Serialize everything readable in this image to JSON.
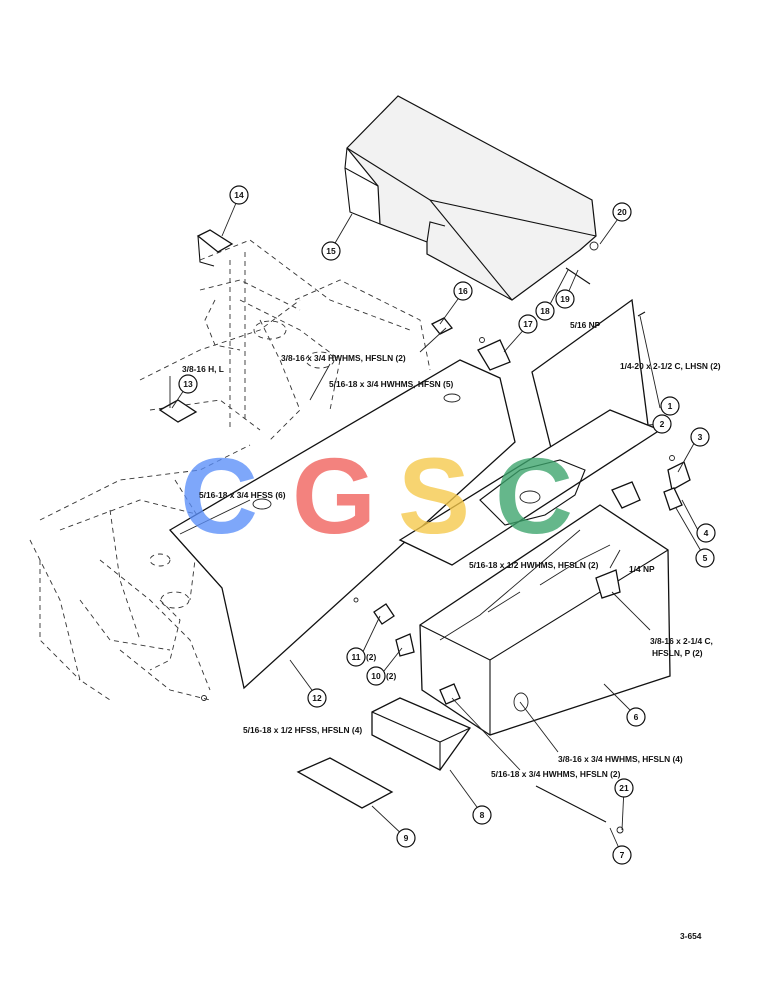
{
  "callouts": {
    "c1": "1",
    "c2": "2",
    "c3": "3",
    "c4": "4",
    "c5": "5",
    "c6": "6",
    "c7": "7",
    "c8": "8",
    "c9": "9",
    "c10": "10",
    "c11": "11",
    "c12": "12",
    "c13": "13",
    "c14": "14",
    "c15": "15",
    "c16": "16",
    "c17": "17",
    "c18": "18",
    "c19": "19",
    "c20": "20",
    "c21": "21"
  },
  "labels": {
    "np_5_16": "5/16 NP",
    "lhsn_1_4_20": "1/4-20 x 2-1/2 C, LHSN (2)",
    "hwhms_3_8_top": "3/8-16 x 3/4 HWHMS, HFSLN (2)",
    "h_l_3_8": "3/8-16 H, L",
    "hwhms_5_16_hfsn": "5/16-18 x 3/4 HWHMS, HFSN (5)",
    "hfss_5_16_3_4": "5/16-18 x 3/4 HFSS (6)",
    "hwhms_5_16_1_2": "5/16-18 x 1/2 HWHMS, HFSLN (2)",
    "np_1_4": "1/4 NP",
    "c_3_8_2_1_4_line1": "3/8-16 x 2-1/4 C,",
    "c_3_8_2_1_4_line2": "HFSLN, P (2)",
    "hfss_5_16_1_2": "5/16-18 x 1/2 HFSS, HFSLN (4)",
    "hwhms_3_8_bottom": "3/8-16 x 3/4 HWHMS, HFSLN (4)",
    "hwhms_5_16_3_4": "5/16-18 x 3/4 HWHMS, HFSLN (2)",
    "qty_10": "(2)",
    "qty_11": "(2)",
    "figure_number": "3-654"
  },
  "watermark": {
    "letters": [
      "C",
      "G",
      "S",
      "C"
    ],
    "colors": [
      "#5b8ff9",
      "#f0605a",
      "#f6c94a",
      "#3aa36b"
    ]
  }
}
